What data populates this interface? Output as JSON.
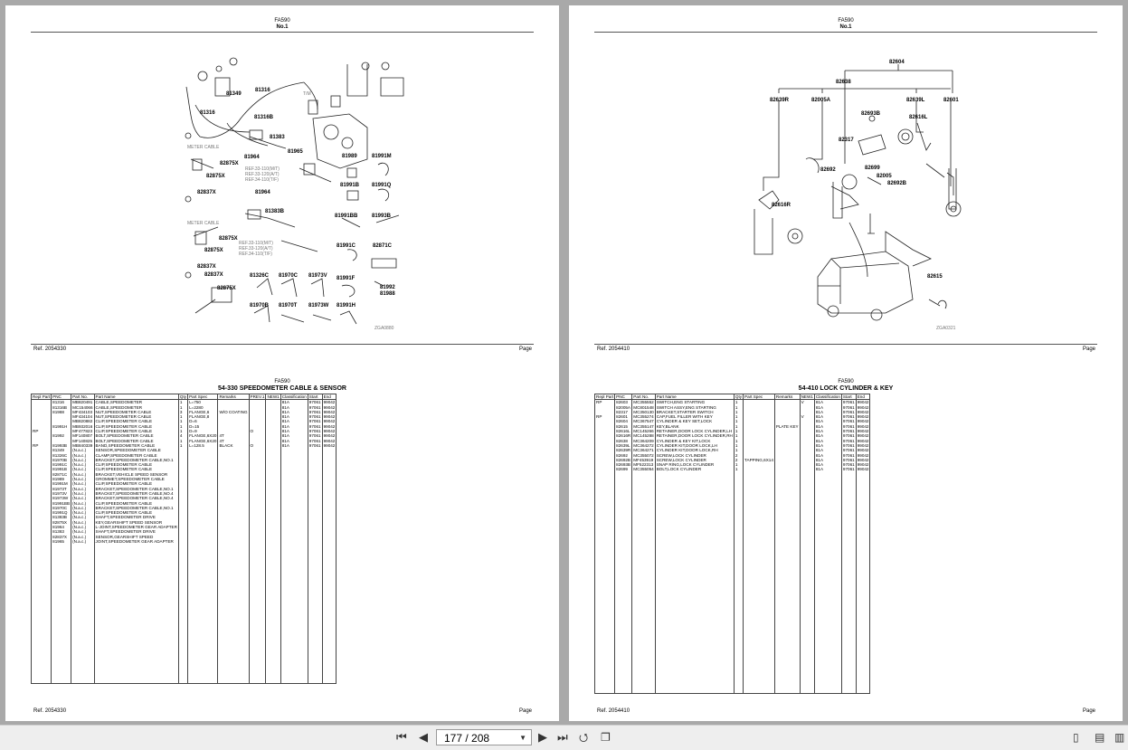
{
  "left_page": {
    "model": "FA590",
    "plate": "No.1",
    "ref_label": "Ref.",
    "ref_code": "2054330",
    "page_label": "Page",
    "watermark": "ZGA0880",
    "callouts": [
      "81349",
      "81316",
      "81316",
      "81316B",
      "81383",
      "81965",
      "81964",
      "82875X",
      "82875X",
      "82837X",
      "81964",
      "81383B",
      "82875X",
      "82875X",
      "82837X",
      "82837X",
      "82875X",
      "81326C",
      "81970C",
      "81973V",
      "81970B",
      "81970T",
      "81973W",
      "81989",
      "81991M",
      "81991B",
      "81991Q",
      "81991BB",
      "81993B",
      "81991C",
      "82871C",
      "81991F",
      "81991H",
      "81992",
      "81988"
    ],
    "notes": [
      "METER CABLE",
      "METER CABLE",
      "REF.33-110(M/T)",
      "REF.33-120(A/T)",
      "REF.34-110(T/F)",
      "REF.33-110(M/T)",
      "REF.33-120(A/T)",
      "REF.34-110(T/F)",
      "T/M"
    ],
    "section_model": "FA590",
    "section_title": "54-330 SPEEDOMETER CABLE & SENSOR",
    "columns": [
      "Repl Part",
      "PNC",
      "Part No.",
      "Part Name",
      "Qty",
      "Part Spec",
      "Remarks",
      "PREV.1",
      "NEW1",
      "Classification",
      "Start",
      "End"
    ],
    "rows": [
      [
        "",
        "81316",
        "MB820491",
        "CABLE,SPEEDOMETER",
        "1",
        "L=750",
        "",
        "",
        "",
        "81A",
        "97061",
        "99042"
      ],
      [
        "",
        "81316B",
        "MC154066",
        "CABLE,SPEEDOMETER",
        "1",
        "L=2280",
        "",
        "",
        "",
        "81A",
        "97061",
        "99042"
      ],
      [
        "",
        "81988",
        "MF434103",
        "NUT,SPEEDOMETER CABLE",
        "3",
        "FLANGE,6",
        "W/O COATING",
        "",
        "",
        "81A",
        "97061",
        "99042"
      ],
      [
        "",
        "",
        "MF434104",
        "NUT,SPEEDOMETER CABLE",
        "1",
        "FLANGE,8",
        "",
        "",
        "",
        "81A",
        "97061",
        "99042"
      ],
      [
        "",
        "",
        "MB820882",
        "CLIP,SPEEDOMETER CABLE",
        "1",
        "D=6",
        "",
        "",
        "",
        "81A",
        "97061",
        "99042"
      ],
      [
        "",
        "81991H",
        "MB932016",
        "CLIP,SPEEDOMETER CABLE",
        "1",
        "D=15",
        "",
        "",
        "",
        "81A",
        "97061",
        "99042"
      ],
      [
        "RP",
        "",
        "MF477823",
        "CLIP,SPEEDOMETER CABLE",
        "1",
        "D=9",
        "",
        "O",
        "",
        "81A",
        "97061",
        "99042"
      ],
      [
        "",
        "81992",
        "MF140807",
        "BOLT,SPEEDOMETER CABLE",
        "4",
        "FLANGE,6X20",
        "4T",
        "",
        "",
        "81A",
        "97061",
        "99042"
      ],
      [
        "",
        "",
        "MF140825",
        "BOLT,SPEEDOMETER CABLE",
        "1",
        "FLANGE,6X20",
        "4T",
        "",
        "",
        "81A",
        "97061",
        "99042"
      ],
      [
        "RP",
        "81993B",
        "MB840339",
        "BAND,SPEEDOMETER CABLE",
        "1",
        "L=128.5",
        "BLACK",
        "O",
        "",
        "81A",
        "97061",
        "99042"
      ],
      [
        "",
        "81349",
        "(N.a.c.)",
        "SENSOR,SPEEDOMETER CABLE",
        "",
        "",
        "",
        "",
        "",
        "",
        "",
        ""
      ],
      [
        "",
        "81326C",
        "(N.a.c.)",
        "CLAMP,SPEEDOMETER CABLE",
        "",
        "",
        "",
        "",
        "",
        "",
        "",
        ""
      ],
      [
        "",
        "81970B",
        "(N.a.c.)",
        "BRACKET,SPEEDOMETER CABLE,NO.1",
        "",
        "",
        "",
        "",
        "",
        "",
        "",
        ""
      ],
      [
        "",
        "81991C",
        "(N.a.c.)",
        "CLIP,SPEEDOMETER CABLE",
        "",
        "",
        "",
        "",
        "",
        "",
        "",
        ""
      ],
      [
        "",
        "81991B",
        "(N.a.c.)",
        "CLIP,SPEEDOMETER CABLE",
        "",
        "",
        "",
        "",
        "",
        "",
        "",
        ""
      ],
      [
        "",
        "82871C",
        "(N.a.c.)",
        "BRACKET,VEHICLE SPEED SENSOR",
        "",
        "",
        "",
        "",
        "",
        "",
        "",
        ""
      ],
      [
        "",
        "81989",
        "(N.a.c.)",
        "GROMMET,SPEEDOMETER CABLE",
        "",
        "",
        "",
        "",
        "",
        "",
        "",
        ""
      ],
      [
        "",
        "81991M",
        "(N.a.c.)",
        "CLIP,SPEEDOMETER CABLE",
        "",
        "",
        "",
        "",
        "",
        "",
        "",
        ""
      ],
      [
        "",
        "81973T",
        "(N.a.c.)",
        "BRACKET,SPEEDOMETER CABLE,NO.1",
        "",
        "",
        "",
        "",
        "",
        "",
        "",
        ""
      ],
      [
        "",
        "81973V",
        "(N.a.c.)",
        "BRACKET,SPEEDOMETER CABLE,NO.4",
        "",
        "",
        "",
        "",
        "",
        "",
        "",
        ""
      ],
      [
        "",
        "81973W",
        "(N.a.c.)",
        "BRACKET,SPEEDOMETER CABLE,NO.4",
        "",
        "",
        "",
        "",
        "",
        "",
        "",
        ""
      ],
      [
        "",
        "81991BB",
        "(N.a.c.)",
        "CLIP,SPEEDOMETER CABLE",
        "",
        "",
        "",
        "",
        "",
        "",
        "",
        ""
      ],
      [
        "",
        "81970C",
        "(N.a.c.)",
        "BRACKET,SPEEDOMETER CABLE,NO.1",
        "",
        "",
        "",
        "",
        "",
        "",
        "",
        ""
      ],
      [
        "",
        "81991Q",
        "(N.a.c.)",
        "CLIP,SPEEDOMETER CABLE",
        "",
        "",
        "",
        "",
        "",
        "",
        "",
        ""
      ],
      [
        "",
        "81383B",
        "(N.a.c.)",
        "SHAFT,SPEEDOMETER DRIVE",
        "",
        "",
        "",
        "",
        "",
        "",
        "",
        ""
      ],
      [
        "",
        "82875X",
        "(N.a.c.)",
        "KEY,GEARSHIFT SPEED SENSOR",
        "",
        "",
        "",
        "",
        "",
        "",
        "",
        ""
      ],
      [
        "",
        "81964",
        "(N.a.c.)",
        "L-JOINT,SPEEDOMETER GEAR ADAPTER",
        "",
        "",
        "",
        "",
        "",
        "",
        "",
        ""
      ],
      [
        "",
        "81383",
        "(N.a.c.)",
        "SHAFT,SPEEDOMETER DRIVE",
        "",
        "",
        "",
        "",
        "",
        "",
        "",
        ""
      ],
      [
        "",
        "82837X",
        "(N.a.c.)",
        "SENSOR,GEARSHIFT SPEED",
        "",
        "",
        "",
        "",
        "",
        "",
        "",
        ""
      ],
      [
        "",
        "81965",
        "(N.a.c.)",
        "JOINT,SPEEDOMETER GEAR ADAPTER",
        "",
        "",
        "",
        "",
        "",
        "",
        "",
        ""
      ]
    ]
  },
  "right_page": {
    "model": "FA590",
    "plate": "No.1",
    "ref_label": "Ref.",
    "ref_code": "2054410",
    "page_label": "Page",
    "watermark": "ZGA0321",
    "callouts": [
      "82604",
      "82638",
      "82639R",
      "82005A",
      "82639L",
      "82601",
      "82693B",
      "82616L",
      "82317",
      "82692",
      "82699",
      "82005",
      "82692B",
      "82616R",
      "82615"
    ],
    "section_model": "FA590",
    "section_title": "54-410 LOCK CYLINDER & KEY",
    "columns": [
      "Repl Part",
      "PNC",
      "Part No.",
      "Part Name",
      "Qty",
      "Part Spec",
      "Remarks",
      "NEW1",
      "Classification",
      "Start",
      "End"
    ],
    "rows": [
      [
        "RP",
        "82603",
        "MC355552",
        "SWITCH,ENG STARTING",
        "1",
        "",
        "",
        "V",
        "81A",
        "97061",
        "99042"
      ],
      [
        "",
        "82005A",
        "MC801548",
        "SWITCH ASSY,ENG STARTING",
        "1",
        "",
        "",
        "",
        "81A",
        "97061",
        "99042"
      ],
      [
        "",
        "82317",
        "MC350130",
        "BRACKET,STARTER SWITCH",
        "1",
        "",
        "",
        "",
        "81A",
        "97061",
        "99042"
      ],
      [
        "RP",
        "82601",
        "MC355274",
        "CAP,FUEL FILLER WITH KEY",
        "1",
        "",
        "",
        "V",
        "81A",
        "97061",
        "99042"
      ],
      [
        "",
        "82604",
        "MC367547",
        "CYLINDER & KEY SET,LOCK",
        "1",
        "",
        "",
        "",
        "81A",
        "97061",
        "99042"
      ],
      [
        "",
        "82615",
        "MC355147",
        "KEY,BLANK",
        "1",
        "",
        "PLATE KEY",
        "",
        "81A",
        "97061",
        "99042"
      ],
      [
        "",
        "82616L",
        "MC145266",
        "RETAINER,DOOR LOCK CYLINDER,LH",
        "1",
        "",
        "",
        "",
        "81A",
        "97061",
        "99042"
      ],
      [
        "",
        "82616R",
        "MC145288",
        "RETAINER,DOOR LOCK CYLINDER,RH",
        "1",
        "",
        "",
        "",
        "81A",
        "97061",
        "99042"
      ],
      [
        "",
        "82638",
        "MC364209",
        "CYLINDER & KEY KIT,LOCK",
        "1",
        "",
        "",
        "",
        "81A",
        "97061",
        "99042"
      ],
      [
        "",
        "82639L",
        "MC364272",
        "CYLINDER KIT,DOOR LOCK,LH",
        "1",
        "",
        "",
        "",
        "81A",
        "97061",
        "99042"
      ],
      [
        "",
        "82639R",
        "MC364271",
        "CYLINDER KIT,DOOR LOCK,RH",
        "1",
        "",
        "",
        "",
        "81A",
        "97061",
        "99042"
      ],
      [
        "",
        "82692",
        "MC355072",
        "SCREW,LOCK CYLINDER",
        "2",
        "",
        "",
        "",
        "81A",
        "97061",
        "99042"
      ],
      [
        "",
        "82692B",
        "MF453919",
        "SCREW,LOCK CYLINDER",
        "2",
        "TAPPING,6X14",
        "",
        "",
        "81A",
        "97061",
        "99042"
      ],
      [
        "",
        "82693B",
        "MF522313",
        "SNAP RING,LOCK CYLINDER",
        "1",
        "",
        "",
        "",
        "81A",
        "97061",
        "99042"
      ],
      [
        "",
        "82699",
        "MC355054",
        "BOLT,LOCK CYLINDER",
        "1",
        "",
        "",
        "",
        "81A",
        "97061",
        "99042"
      ]
    ]
  },
  "toolbar": {
    "page_indicator": "177 / 208",
    "first_icon": "first-page-icon",
    "prev_icon": "previous-page-icon",
    "next_icon": "next-page-icon",
    "last_icon": "last-page-icon"
  }
}
